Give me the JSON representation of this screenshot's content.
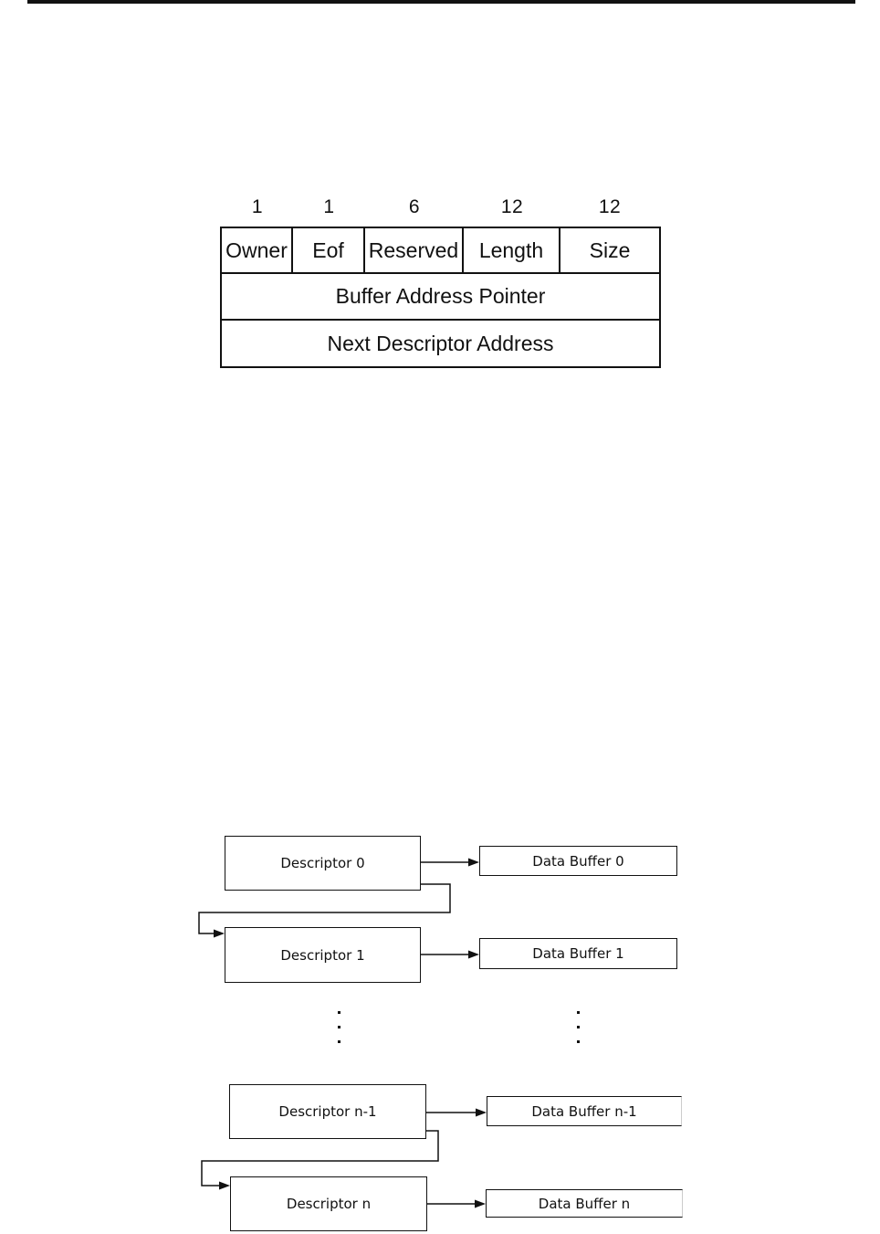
{
  "descriptor_format": {
    "bit_widths": [
      "1",
      "1",
      "6",
      "12",
      "12"
    ],
    "field_labels": [
      "Owner",
      "Eof",
      "Reserved",
      "Length",
      "Size"
    ],
    "row2_label": "Buffer Address Pointer",
    "row3_label": "Next Descriptor Address"
  },
  "descriptor_chain": {
    "items": [
      {
        "descriptor": "Descriptor 0",
        "buffer": "Data Buffer 0"
      },
      {
        "descriptor": "Descriptor 1",
        "buffer": "Data Buffer 1"
      },
      {
        "descriptor": "Descriptor n-1",
        "buffer": "Data Buffer n-1"
      },
      {
        "descriptor": "Descriptor n",
        "buffer": "Data Buffer n"
      }
    ],
    "continuation_marker": "..."
  },
  "colors": {
    "line": "#111111",
    "background": "#ffffff"
  }
}
